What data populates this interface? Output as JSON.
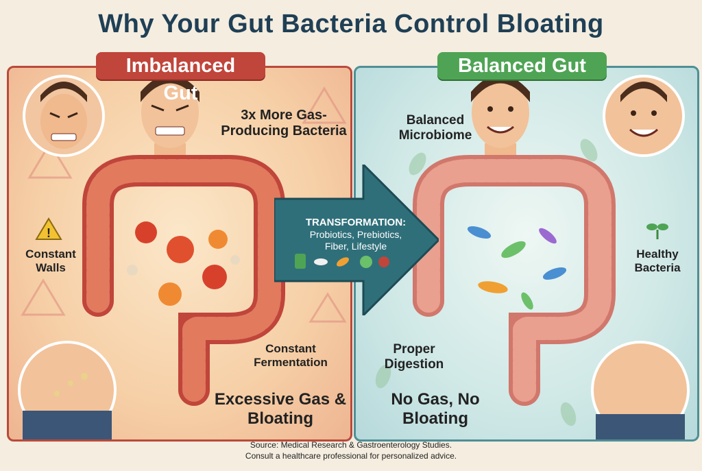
{
  "title": "Why Your Gut Bacteria Control Bloating",
  "left_panel": {
    "heading": "Imbalanced Gut",
    "label_bacteria": "3x More Gas-Producing Bacteria",
    "label_walls": "Constant Walls",
    "label_fermentation": "Constant Fermentation",
    "label_gas": "Excessive Gas & Bloating",
    "accent_color": "#c0453a"
  },
  "right_panel": {
    "heading": "Balanced Gut",
    "label_microbiome": "Balanced Microbiome",
    "label_healthy": "Healthy Bacteria",
    "label_digestion": "Proper Digestion",
    "label_nogas": "No Gas, No Bloating",
    "accent_color": "#4ea454"
  },
  "transformation": {
    "heading": "TRANSFORMATION:",
    "line1": "Probiotics, Prebiotics,",
    "line2": "Fiber, Lifestyle",
    "icons": [
      "pill-bottle-icon",
      "capsule-icon",
      "vegetable-icon",
      "apple-icon"
    ]
  },
  "footer": {
    "source": "Source: Medical Research & Gastroenterology Studies.",
    "advice": "Consult a healthcare professional for personalized advice."
  }
}
